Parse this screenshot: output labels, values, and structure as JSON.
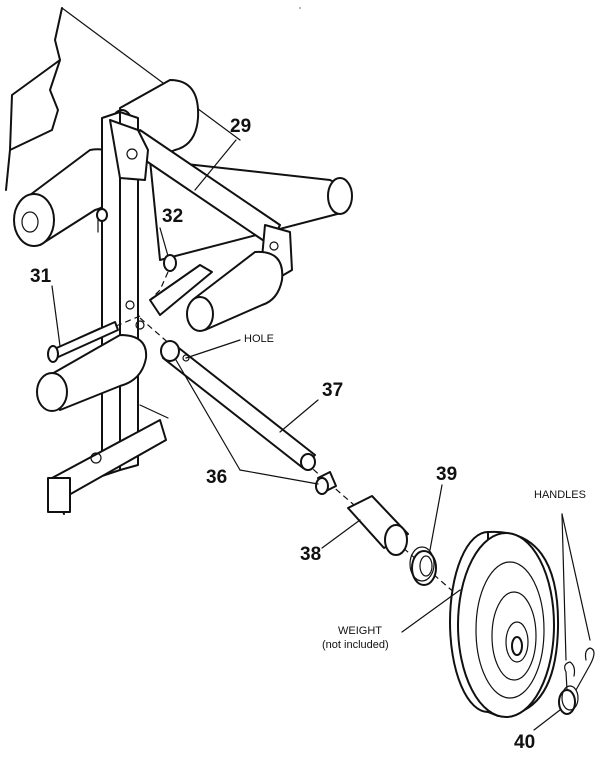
{
  "callouts": {
    "p29": "29",
    "p31": "31",
    "p32": "32",
    "p36": "36",
    "p37": "37",
    "p38": "38",
    "p39": "39",
    "p40": "40"
  },
  "labels": {
    "hole": "HOLE",
    "handles": "HANDLES",
    "weight_line1": "WEIGHT",
    "weight_line2": "(not included)"
  }
}
